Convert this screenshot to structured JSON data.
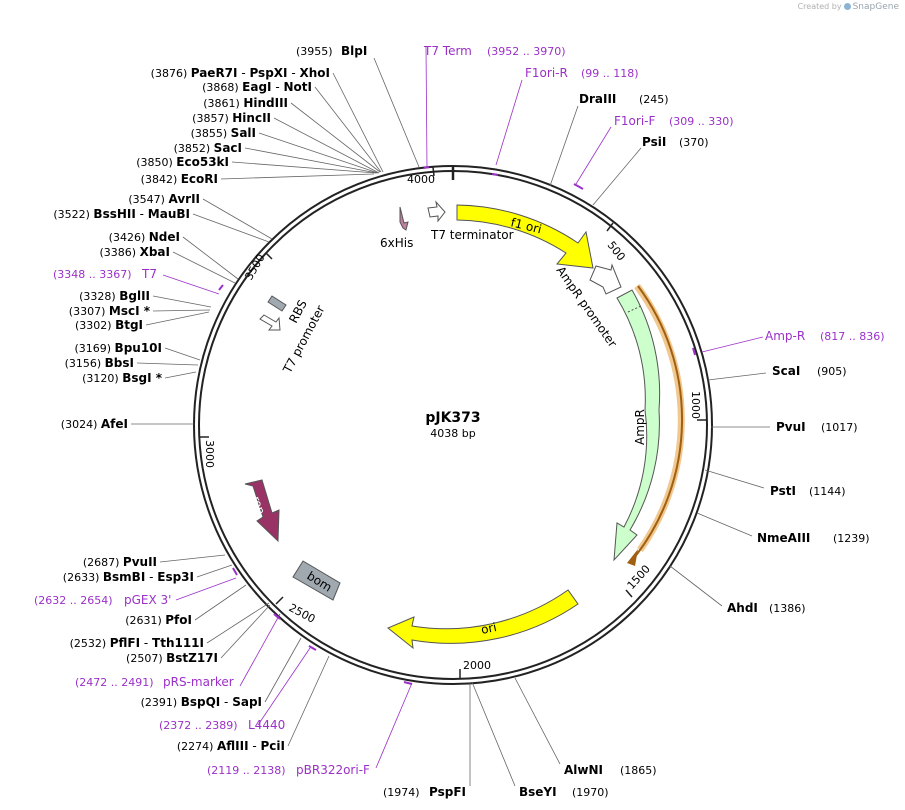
{
  "credit": {
    "prefix": "Created by",
    "brand": "SnapGene"
  },
  "plasmid": {
    "name": "pJK373",
    "size": "4038 bp",
    "length": 4038
  },
  "ticks": [
    "500",
    "1000",
    "1500",
    "2000",
    "2500",
    "3000",
    "3500",
    "4000"
  ],
  "features": [
    {
      "name": "f1 ori",
      "label": "f1 ori",
      "color": "#ffff00"
    },
    {
      "name": "AmpR promoter",
      "label": "AmpR promoter",
      "color": "#ffffff"
    },
    {
      "name": "AmpR",
      "label": "AmpR",
      "color": "#ccffcc"
    },
    {
      "name": "ori",
      "label": "ori",
      "color": "#ffff00"
    },
    {
      "name": "bom",
      "label": "bom",
      "color": "#a0a8b0"
    },
    {
      "name": "rop",
      "label": "rop",
      "color": "#993366"
    },
    {
      "name": "T7 promoter",
      "label": "T7 promoter",
      "color": "#ffffff"
    },
    {
      "name": "RBS",
      "label": "RBS",
      "color": "#a0a8b0"
    },
    {
      "name": "6xHis",
      "label": "6xHis",
      "color": "#c080a0"
    },
    {
      "name": "T7 terminator",
      "label": "T7 terminator",
      "color": "#ffffff"
    }
  ],
  "sites_right": [
    {
      "name": "BlpI",
      "pos": "(3955)"
    },
    {
      "name": "DraIII",
      "pos": "(245)"
    },
    {
      "name": "PsiI",
      "pos": "(370)"
    },
    {
      "name": "ScaI",
      "pos": "(905)"
    },
    {
      "name": "PvuI",
      "pos": "(1017)"
    },
    {
      "name": "PstI",
      "pos": "(1144)"
    },
    {
      "name": "NmeAIII",
      "pos": "(1239)"
    },
    {
      "name": "AhdI",
      "pos": "(1386)"
    },
    {
      "name": "AlwNI",
      "pos": "(1865)"
    },
    {
      "name": "BseYI",
      "pos": "(1970)"
    },
    {
      "name": "PspFI",
      "pos": "(1974)"
    }
  ],
  "sites_left": [
    {
      "pos": "(3876)",
      "name": "PaeR7I",
      "extra": [
        "PspXI",
        "XhoI"
      ]
    },
    {
      "pos": "(3868)",
      "name": "EagI",
      "extra": [
        "NotI"
      ]
    },
    {
      "pos": "(3861)",
      "name": "HindIII",
      "extra": []
    },
    {
      "pos": "(3857)",
      "name": "HincII",
      "extra": []
    },
    {
      "pos": "(3855)",
      "name": "SalI",
      "extra": []
    },
    {
      "pos": "(3852)",
      "name": "SacI",
      "extra": []
    },
    {
      "pos": "(3850)",
      "name": "Eco53kI",
      "extra": []
    },
    {
      "pos": "(3842)",
      "name": "EcoRI",
      "extra": []
    },
    {
      "pos": "(3547)",
      "name": "AvrII",
      "extra": []
    },
    {
      "pos": "(3522)",
      "name": "BssHII",
      "extra": [
        "MauBI"
      ]
    },
    {
      "pos": "(3426)",
      "name": "NdeI",
      "extra": []
    },
    {
      "pos": "(3386)",
      "name": "XbaI",
      "extra": []
    },
    {
      "pos": "(3328)",
      "name": "BglII",
      "extra": []
    },
    {
      "pos": "(3307)",
      "name": "MscI *",
      "extra": []
    },
    {
      "pos": "(3302)",
      "name": "BtgI",
      "extra": []
    },
    {
      "pos": "(3169)",
      "name": "Bpu10I",
      "extra": []
    },
    {
      "pos": "(3156)",
      "name": "BbsI",
      "extra": []
    },
    {
      "pos": "(3120)",
      "name": "BsgI *",
      "extra": []
    },
    {
      "pos": "(3024)",
      "name": "AfeI",
      "extra": []
    },
    {
      "pos": "(2687)",
      "name": "PvuII",
      "extra": []
    },
    {
      "pos": "(2633)",
      "name": "BsmBI",
      "extra": [
        "Esp3I"
      ]
    },
    {
      "pos": "(2631)",
      "name": "PfoI",
      "extra": []
    },
    {
      "pos": "(2532)",
      "name": "PflFI",
      "extra": [
        "Tth111I"
      ]
    },
    {
      "pos": "(2507)",
      "name": "BstZ17I",
      "extra": []
    },
    {
      "pos": "(2391)",
      "name": "BspQI",
      "extra": [
        "SapI"
      ]
    },
    {
      "pos": "(2274)",
      "name": "AflIII",
      "extra": [
        "PciI"
      ]
    }
  ],
  "primers": [
    {
      "name": "T7 Term",
      "range": "(3952 .. 3970)"
    },
    {
      "name": "F1ori-R",
      "range": "(99 .. 118)"
    },
    {
      "name": "F1ori-F",
      "range": "(309 .. 330)"
    },
    {
      "name": "Amp-R",
      "range": "(817 .. 836)"
    },
    {
      "name": "T7",
      "range": "(3348 .. 3367)"
    },
    {
      "name": "pGEX 3'",
      "range": "(2632 .. 2654)"
    },
    {
      "name": "pRS-marker",
      "range": "(2472 .. 2491)"
    },
    {
      "name": "L4440",
      "range": "(2372 .. 2389)"
    },
    {
      "name": "pBR322ori-F",
      "range": "(2119 .. 2138)"
    }
  ],
  "colors": {
    "primer": "#9b30c8",
    "backbone": "#222222",
    "amp_highlight": "#f0b040"
  }
}
